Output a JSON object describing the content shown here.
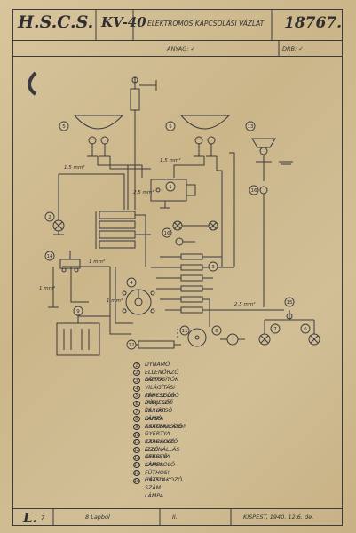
{
  "title_block": {
    "maker": "H.S.C.S.",
    "model": "KV-40",
    "title": "ELEKTROMOS KAPCSOLÁSI VÁZLAT",
    "drawing_no": "18767.",
    "material_label": "ANYAG: ✓",
    "qty_label": "DRB: ✓"
  },
  "legend": [
    {
      "num": "1",
      "text": "DYNAMÓ"
    },
    {
      "num": "2",
      "text": "ELLENŐRZŐ LÁMPA"
    },
    {
      "num": "3",
      "text": "BIZTOSÍTÓK"
    },
    {
      "num": "4",
      "text": "VILÁGÍTÁSI KAPCSOLÓ"
    },
    {
      "num": "5",
      "text": "FÉNYSZÓRÓ (MELLSŐ)"
    },
    {
      "num": "6",
      "text": "BÚRJELZŐ ÉS HÁTSÓ LÁMPA"
    },
    {
      "num": "7",
      "text": "VÁROSI LÁMPA"
    },
    {
      "num": "8",
      "text": "DUGÓ CSATLAKOZÓ"
    },
    {
      "num": "9",
      "text": "AKKUMULÁTOR"
    },
    {
      "num": "10",
      "text": "GYERTYA KAPCSOLÓ"
    },
    {
      "num": "11",
      "text": "SZABÁLYZÓ ELLENÁLLÁS"
    },
    {
      "num": "12",
      "text": "IZZÓ GYERTYA"
    },
    {
      "num": "13",
      "text": "KERESŐ LÁMPA"
    },
    {
      "num": "14",
      "text": "KAPCSOLÓ"
    },
    {
      "num": "15",
      "text": "FÜTHOSI CSATLAKOZÓ"
    },
    {
      "num": "16",
      "text": "HÁTSÓ SZÁM LÁMPA"
    }
  ],
  "wire_labels": {
    "w1": "1,5 mm²",
    "w2": "1,5 mm²",
    "w3": "1 mm²",
    "w4": "1 mm²",
    "w5": "2,5 mm²",
    "w6": "1 mm²",
    "w7": "2,5 mm²"
  },
  "footer": {
    "sheet_mark": "L.",
    "sheet_num": "7",
    "mid_note": "8 Lapból",
    "code": "II.",
    "place_date": "KISPEST, 1940. 12.6. de."
  }
}
